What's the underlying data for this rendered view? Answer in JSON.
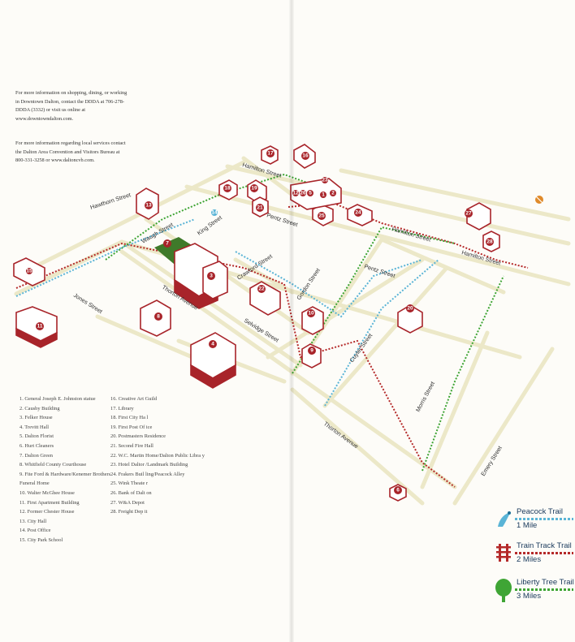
{
  "info": {
    "paragraph1": "For more information on shopping, dining, or working in Downtown Dalton, contact the DDDA at 706-278-DDDA (3332) or visit us online at www.downtowndalton.com.",
    "paragraph2": "For more information regarding local services contact the Dalton Area Convention and Visitors Bureau at 800-331-3258 or www.daltoncvb.com."
  },
  "streets": {
    "hawthorn": "Hawthorn Street",
    "hamilton1": "Hamilton Street",
    "hamilton2": "Hamilton Street",
    "hamilton3": "Hamilton Street",
    "waugh": "Waugh Street",
    "king": "King Street",
    "pentz1": "Pentz Street",
    "pentz2": "Pentz Street",
    "crawford": "Crawford Street",
    "jones": "Jones Street",
    "thornton1": "Thorton Avenue",
    "thornton2": "Thorton Avenue",
    "selvidge": "Selvidge Street",
    "gordon": "Gordon Street",
    "cuyler": "Cuyler Street",
    "morris": "Morris Street",
    "emery": "Emery Street"
  },
  "landmarks_left": [
    "1.  General Joseph E. Johnston statue",
    "2.  Causby Building",
    "3.  Felker House",
    "4.  Trevitt Hall",
    "5.  Dalton Florist",
    "6.  Hurt Cleaners",
    "7.  Dalton Green",
    "8.  Whitfield County Courthouse",
    "9.  Fite Ford & Hardware/Kenemer Brothers Funeral Home",
    "10. Walter McGhee House",
    "11. First Apartment Building",
    "12. Former Chester House",
    "13. City Hall",
    "14. Post Office",
    "15. City Park School"
  ],
  "landmarks_right": [
    "16. Creative Art  Guild",
    "17. Library",
    "18. First City Ha l",
    "19. First Post Of ice",
    "20. Postmasters Residence",
    "21. Second Fire  Hall",
    "22. W.C. Martin  Home/Dalton Public Libra y",
    "23. Hotel Daltor /Landmark Building",
    "24. Frakers Buil ling/Peacock Alley",
    "25. Wink Theate r",
    "26. Bank of Dalt on",
    "27. W&A Depot",
    "28. Freight Dep it"
  ],
  "trails": [
    {
      "name": "Peacock Trail",
      "distance": "1 Mile",
      "color": "#5ab4d6"
    },
    {
      "name": "Train Track Trail",
      "distance": "2 Miles",
      "color": "#b52a2a"
    },
    {
      "name": "Liberty Tree Trail",
      "distance": "3 Miles",
      "color": "#3fa535"
    }
  ],
  "building_numbers": [
    "1",
    "2",
    "3",
    "4",
    "5",
    "6",
    "7",
    "8",
    "9",
    "10",
    "11",
    "12",
    "13",
    "14",
    "15",
    "16",
    "17",
    "18",
    "19",
    "20",
    "21",
    "22",
    "23",
    "24",
    "25",
    "26",
    "27",
    "28"
  ],
  "colors": {
    "road": "#ece8c8",
    "building": "#a8242a",
    "green": "#3f7a2a",
    "peacock": "#5ab4d6",
    "train": "#b52a2a",
    "liberty": "#3fa535"
  }
}
